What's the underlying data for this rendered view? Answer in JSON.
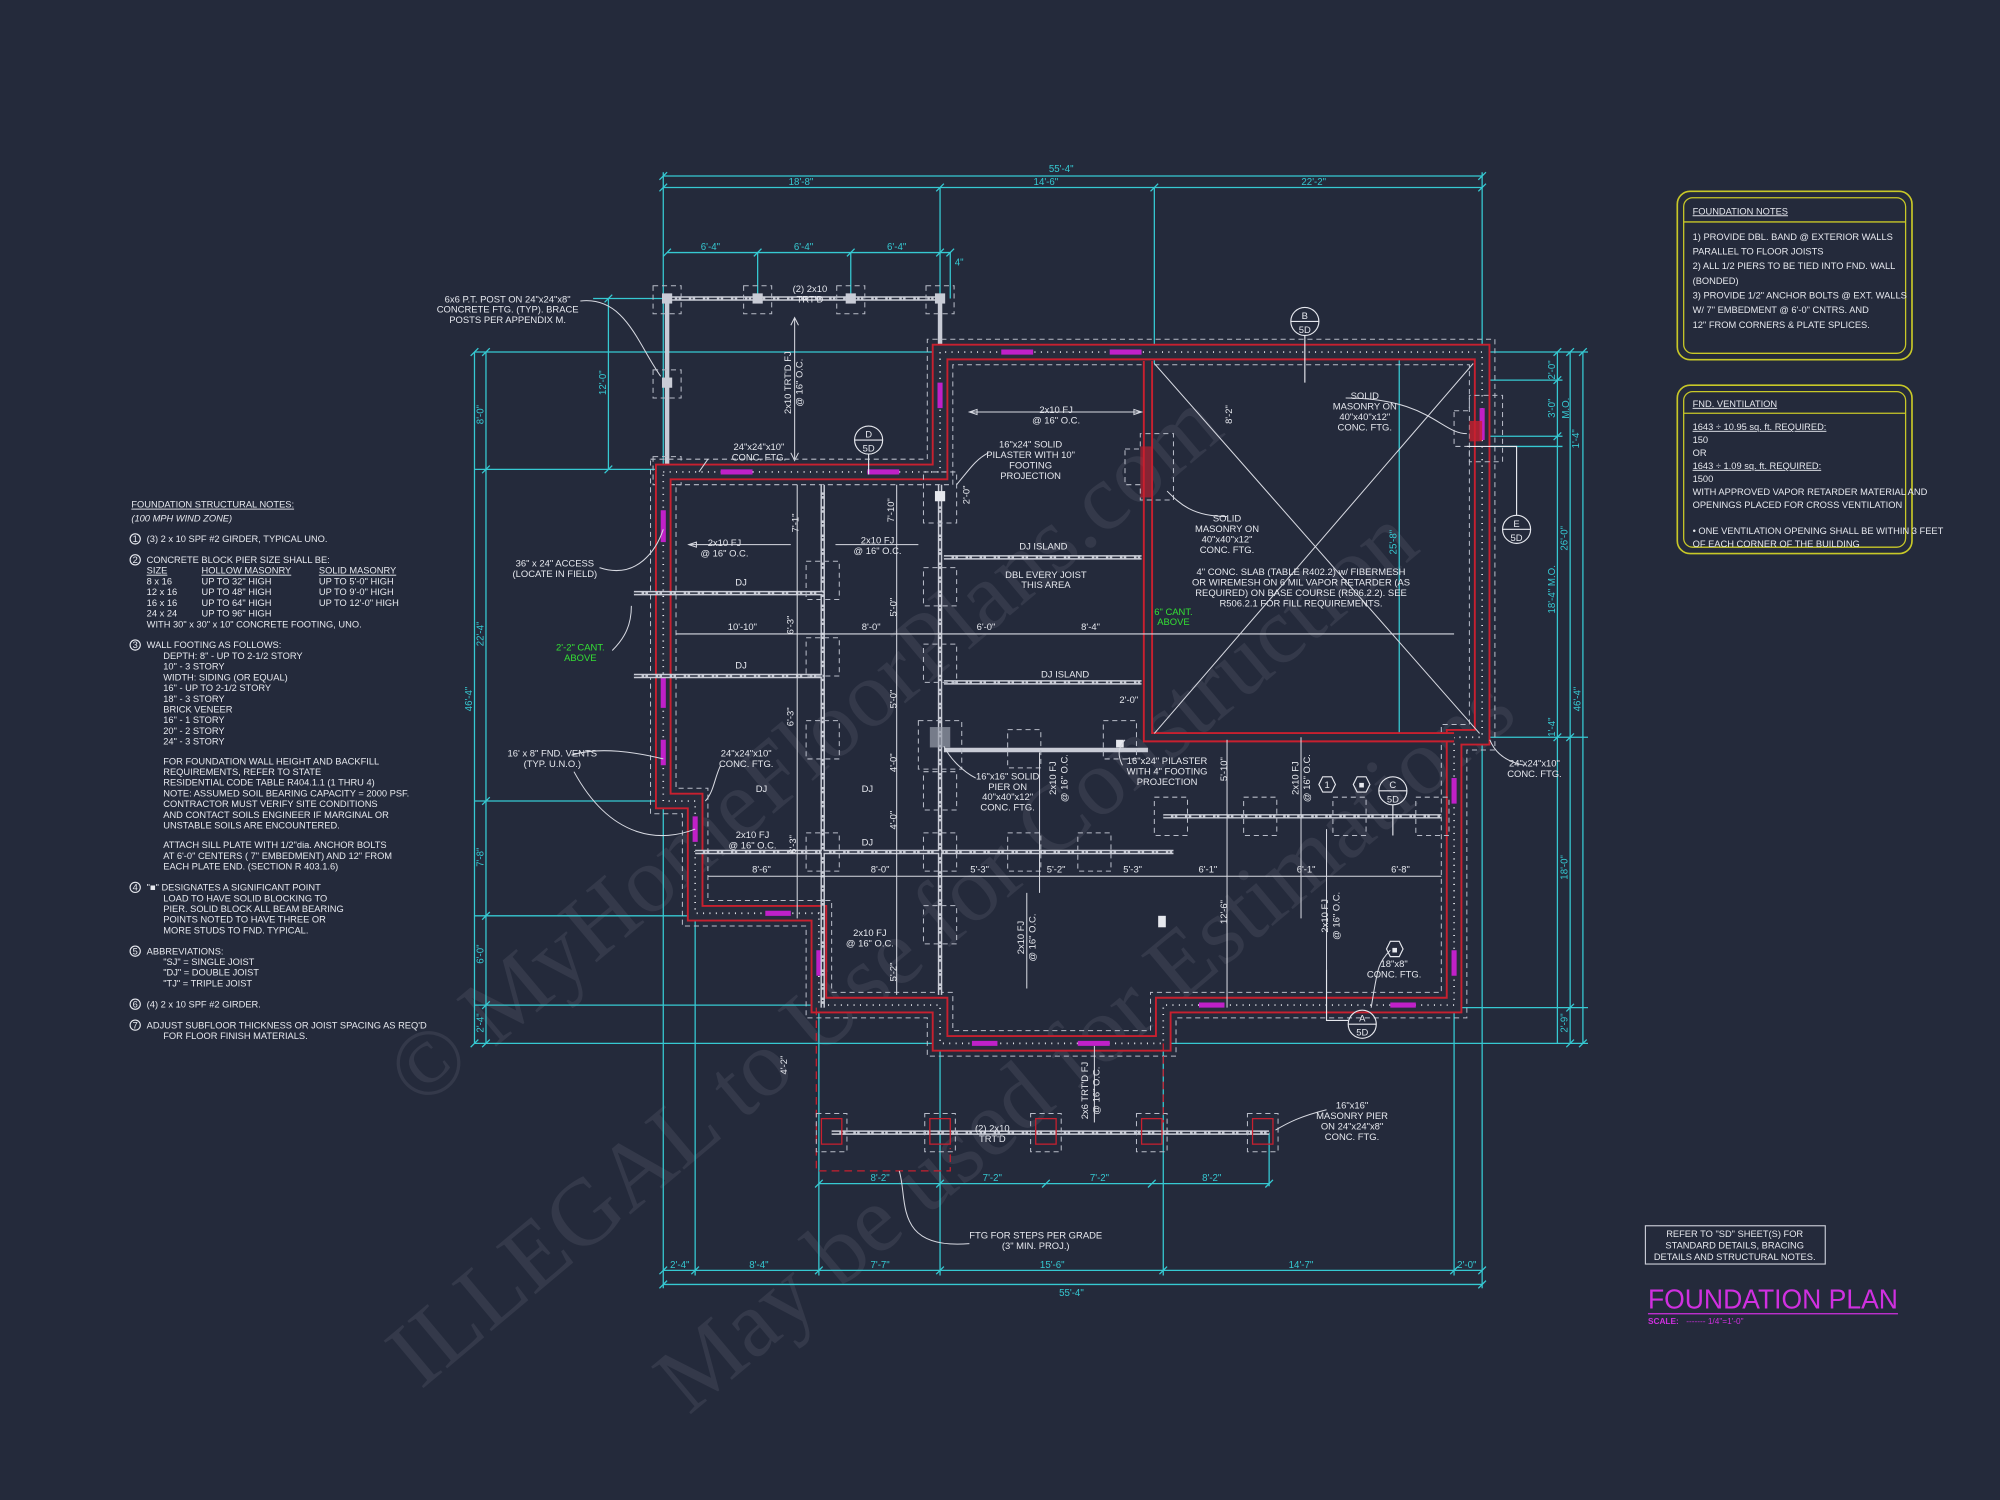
{
  "colors": {
    "background": "#242a3b",
    "dimension": "#36c9d2",
    "wall": "#c8202f",
    "vent": "#c020c8",
    "note_box": "#c8c828",
    "cantilever": "#34e034",
    "title": "#d030e0"
  },
  "watermark": [
    "© MyHomeFloorPlans.com",
    "ILLEGAL to Use for Construction",
    "May be used for Estimations"
  ],
  "plan": {
    "dims": [
      "55'-4\"",
      "18'-8\"",
      "14'-6\"",
      "22'-2\"",
      "6'-4\"",
      "6'-4\"",
      "6'-4\"",
      "4\"",
      "12'-0\"",
      "8'-0\"",
      "22'-4\"",
      "46'-4\"",
      "7'-8\"",
      "6'-0\"",
      "2'-4\"",
      "2'-0\"",
      "3'-0\"",
      "M.O.",
      "1'-4\"",
      "25'-8\"",
      "26'-0\"",
      "18'-4\" M.O.",
      "46'-4\"",
      "1'-4\"",
      "18'-0\"",
      "2'-9\"",
      "8'-2\"",
      "7'-2\"",
      "7'-2\"",
      "8'-2\"",
      "2'-4\"",
      "8'-4\"",
      "7'-7\"",
      "15'-6\"",
      "14'-7\"",
      "2'-0\"",
      "55'-4\""
    ],
    "interior_dims": [
      "7'-1\"",
      "7'-10\"",
      "2'-0\"",
      "10'-10\"",
      "8'-0\"",
      "6'-0\"",
      "8'-4\"",
      "6'-3\"",
      "6'-3\"",
      "6'-3\"",
      "5'-0\"",
      "5'-0\"",
      "4'-0\"",
      "4'-0\"",
      "8'-6\"",
      "8'-0\"",
      "5'-3\"",
      "5'-2\"",
      "5'-3\"",
      "6'-1\"",
      "6'-1\"",
      "6'-8\"",
      "5'-10\"",
      "12'-6\"",
      "4'-2\"",
      "5'-2\"",
      "2'-0\"",
      "8'-2\""
    ],
    "labels": {
      "porch_post": [
        "6x6 P.T. POST ON 24\"x24\"x8\"",
        "CONCRETE FTG. (TYP). BRACE",
        "POSTS PER APPENDIX M."
      ],
      "porch_girder": [
        "(2) 2x10",
        "TRT'D"
      ],
      "porch_joist": [
        "2x10 TRT'D FJ",
        "@ 16\" O.C."
      ],
      "ftg_24_a": [
        "24\"x24\"x10\"",
        "CONC. FTG."
      ],
      "fj_top": [
        "2x10 FJ",
        "@ 16\" O.C."
      ],
      "pilaster_10": [
        "16\"x24\" SOLID",
        "PILASTER WITH 10\"",
        "FOOTING",
        "PROJECTION"
      ],
      "dj_island_1": "DJ ISLAND",
      "dbl_joist": [
        "DBL EVERY JOIST",
        "THIS AREA"
      ],
      "dj_island_2": "DJ ISLAND",
      "fj_left_a": [
        "2x10 FJ",
        "@ 16\" O.C."
      ],
      "fj_left_b": [
        "2x10 FJ",
        "@ 16\" O.C."
      ],
      "dj": [
        "DJ",
        "DJ",
        "DJ",
        "DJ",
        "DJ"
      ],
      "access": [
        "36\" x 24\" ACCESS",
        "(LOCATE IN FIELD)"
      ],
      "cant_left": [
        "2'-2\" CANT.",
        "ABOVE"
      ],
      "vents": [
        "16' x 8\" FND. VENTS",
        "(TYP. U.N.O.)"
      ],
      "ftg_24_b": [
        "24\"x24\"x10\"",
        "CONC. FTG."
      ],
      "fj_left_c": [
        "2x10 FJ",
        "@ 16\" O.C."
      ],
      "fj_left_d": [
        "2x10 FJ",
        "@ 16\" O.C."
      ],
      "solid_pier": [
        "16\"x16\" SOLID",
        "PIER ON",
        "40\"x40\"x12\"",
        "CONC. FTG."
      ],
      "pilaster_4": [
        "16\"x24\" PILASTER",
        "WITH 4\" FOOTING",
        "PROJECTION"
      ],
      "fj_v1": [
        "2x10 FJ",
        "@ 16\" O.C."
      ],
      "fj_v2": [
        "2x10 FJ",
        "@ 16\" O.C."
      ],
      "fj_v3": [
        "2x10 FJ",
        "@ 16\" O.C."
      ],
      "fj_v4": [
        "2x10 FJ",
        "@ 16\" O.C."
      ],
      "solid_masonry_a": [
        "SOLID",
        "MASONRY ON",
        "40\"x40\"x12\"",
        "CONC. FTG."
      ],
      "solid_masonry_b": [
        "SOLID",
        "MASONRY ON",
        "40\"x40\"x12\"",
        "CONC. FTG."
      ],
      "slab": [
        "4\" CONC. SLAB (TABLE R402.2) w/ FIBERMESH",
        "OR WIREMESH ON 6 MIL VAPOR RETARDER (AS",
        "REQUIRED) ON BASE COURSE (R506.2.2). SEE",
        "R506.2.1 FOR FILL REQUIREMENTS."
      ],
      "cant_right": [
        "6\" CANT.",
        "ABOVE"
      ],
      "ftg_24_c": [
        "24\"x24\"x10\"",
        "CONC. FTG."
      ],
      "ftg_18": [
        "18\"x8\"",
        "CONC. FTG."
      ],
      "masonry_pier": [
        "16\"x16\"",
        "MASONRY PIER",
        "ON 24\"x24\"x8\"",
        "CONC. FTG."
      ],
      "front_girder": [
        "(2) 2x10",
        "TRT'D"
      ],
      "front_joist": [
        "2x6 TRT'D FJ",
        "@ 16\" O.C."
      ],
      "steps": [
        "FTG FOR STEPS PER GRADE",
        "(3\" MIN. PROJ.)"
      ]
    },
    "section_markers": [
      {
        "letter": "D",
        "sheet": "5D"
      },
      {
        "letter": "B",
        "sheet": "5D"
      },
      {
        "letter": "E",
        "sheet": "5D"
      },
      {
        "letter": "C",
        "sheet": "5D"
      },
      {
        "letter": "A",
        "sheet": "5D"
      }
    ],
    "note_tags": [
      "1",
      "■",
      "■"
    ]
  },
  "structural_notes": {
    "title": "FOUNDATION STRUCTURAL NOTES:",
    "subtitle": "(100 MPH WIND ZONE)",
    "items": [
      {
        "num": "1",
        "blocks": [
          [
            "(3) 2 x 10 SPF #2 GIRDER, TYPICAL UNO."
          ]
        ]
      },
      {
        "num": "2",
        "blocks": [
          [
            "CONCRETE BLOCK PIER SIZE SHALL BE:"
          ]
        ],
        "table": {
          "headers": [
            "SIZE",
            "HOLLOW MASONRY",
            "SOLID MASONRY"
          ],
          "rows": [
            [
              "8 x 16",
              "UP TO 32\" HIGH",
              "UP TO 5'-0\" HIGH"
            ],
            [
              "12 x 16",
              "UP TO 48\" HIGH",
              "UP TO 9'-0\" HIGH"
            ],
            [
              "16 x 16",
              "UP TO 64\" HIGH",
              "UP TO 12'-0\" HIGH"
            ],
            [
              "24 x 24",
              "UP TO 96\" HIGH",
              ""
            ]
          ],
          "footer": "WITH 30\" x 30\" x 10\" CONCRETE FOOTING, UNO."
        }
      },
      {
        "num": "3",
        "blocks": [
          [
            "WALL FOOTING AS FOLLOWS:",
            "DEPTH:  8\" - UP TO 2-1/2 STORY",
            "             10\" - 3 STORY",
            "WIDTH:  SIDING (OR EQUAL)",
            "             16\" - UP TO 2-1/2 STORY",
            "             18\" - 3 STORY",
            "             BRICK VENEER",
            "             16\" - 1 STORY",
            "             20\" - 2 STORY",
            "             24\" - 3 STORY"
          ],
          [
            "FOR FOUNDATION WALL HEIGHT AND BACKFILL",
            "REQUIREMENTS, REFER TO STATE",
            "RESIDENTIAL CODE TABLE R404.1.1 (1 THRU 4)",
            "NOTE: ASSUMED SOIL BEARING CAPACITY = 2000 PSF.",
            "CONTRACTOR MUST VERIFY SITE CONDITIONS",
            "AND CONTACT SOILS ENGINEER IF MARGINAL OR",
            "UNSTABLE SOILS ARE ENCOUNTERED."
          ],
          [
            "ATTACH SILL PLATE WITH 1/2\"dia. ANCHOR BOLTS",
            "AT 6'-0\" CENTERS ( 7\" EMBEDMENT) AND 12\" FROM",
            "EACH PLATE END. (SECTION R 403.1.6)"
          ]
        ]
      },
      {
        "num": "4",
        "blocks": [
          [
            "\"■\" DESIGNATES A SIGNIFICANT POINT",
            "LOAD TO HAVE SOLID BLOCKING TO",
            "PIER. SOLID BLOCK ALL BEAM BEARING",
            "POINTS NOTED TO HAVE THREE OR",
            "MORE STUDS TO FND. TYPICAL."
          ]
        ]
      },
      {
        "num": "5",
        "blocks": [
          [
            "ABBREVIATIONS:",
            "\"SJ\" = SINGLE JOIST",
            "\"DJ\" = DOUBLE JOIST",
            "\"TJ\" = TRIPLE JOIST"
          ]
        ]
      },
      {
        "num": "6",
        "blocks": [
          [
            "(4) 2 x 10 SPF #2 GIRDER."
          ]
        ]
      },
      {
        "num": "7",
        "blocks": [
          [
            "ADJUST SUBFLOOR THICKNESS OR JOIST SPACING AS REQ'D",
            "FOR FLOOR FINISH MATERIALS."
          ]
        ]
      }
    ]
  },
  "foundation_notes": {
    "title": "FOUNDATION NOTES",
    "lines": [
      "1) PROVIDE DBL. BAND @ EXTERIOR WALLS",
      "    PARALLEL TO FLOOR JOISTS",
      "2) ALL 1/2 PIERS TO BE TIED INTO FND. WALL",
      "    (BONDED)",
      "3) PROVIDE 1/2\" ANCHOR BOLTS @ EXT. WALLS",
      "    W/ 7\" EMBEDMENT @ 6'-0\" CNTRS. AND",
      "    12\" FROM CORNERS & PLATE SPLICES."
    ]
  },
  "ventilation": {
    "title": "FND. VENTILATION",
    "lines": [
      "1643 ÷ 10.95 sq. ft. REQUIRED:",
      "150",
      "            OR",
      "1643 ÷ 1.09 sq. ft. REQUIRED:",
      "1500",
      "WITH APPROVED VAPOR RETARDER MATERIAL AND",
      "OPENINGS PLACED FOR CROSS VENTILATION",
      "",
      "• ONE VENTILATION OPENING SHALL BE WITHIN 3 FEET",
      "   OF EACH CORNER OF THE BUILDING"
    ],
    "underlined": [
      0,
      3
    ]
  },
  "refer_note": [
    "REFER TO \"SD\" SHEET(S) FOR",
    "STANDARD DETAILS, BRACING",
    "DETAILS AND STRUCTURAL NOTES."
  ],
  "title_block": {
    "title": "FOUNDATION PLAN",
    "scale_label": "SCALE:",
    "scale_value": "------- 1/4\"=1'-0\""
  }
}
